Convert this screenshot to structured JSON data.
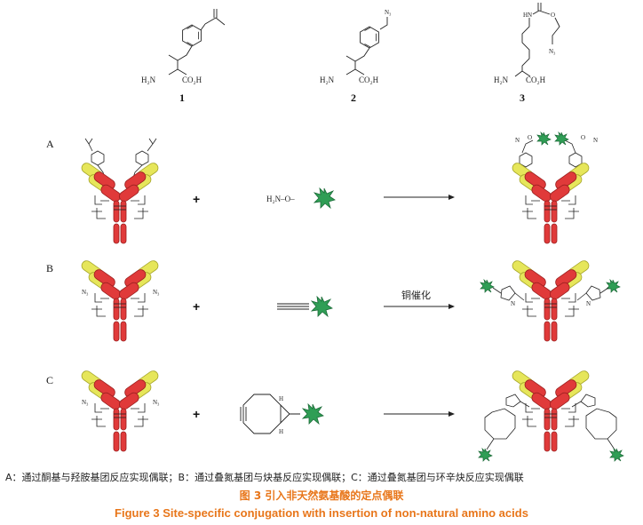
{
  "compounds": {
    "c1": {
      "number": "1",
      "amine": "H₂N",
      "acid": "CO₂H"
    },
    "c2": {
      "number": "2",
      "amine": "H₂N",
      "acid": "CO₂H",
      "azide": "N₃"
    },
    "c3": {
      "number": "3",
      "amine": "H₂N",
      "acid": "CO₂H",
      "azide": "N₃",
      "nh": "HN",
      "o": "O"
    }
  },
  "rows": [
    {
      "label": "A",
      "reagent": "H₂N–O–",
      "condition": ""
    },
    {
      "label": "B",
      "reagent": "",
      "condition": "铜催化"
    },
    {
      "label": "C",
      "reagent": "",
      "condition": "",
      "h_label": "H"
    }
  ],
  "small_labels": {
    "azide": "N₃",
    "oxime_o": "O",
    "oxime_n": "N",
    "triazole_n": "N"
  },
  "plus_sign": "+",
  "legend": "A：通过酮基与羟胺基团反应实现偶联；B：通过叠氮基团与炔基反应实现偶联；C：通过叠氮基团与环辛炔反应实现偶联",
  "title_cn": "图 3  引入非天然氨基酸的定点偶联",
  "title_en": "Figure 3  Site-specific conjugation with insertion of non-natural amino acids",
  "colors": {
    "heavy_chain": "#e03a3a",
    "light_chain": "#e6e65a",
    "payload": "#2f9e55",
    "caption": "#e8761a"
  }
}
